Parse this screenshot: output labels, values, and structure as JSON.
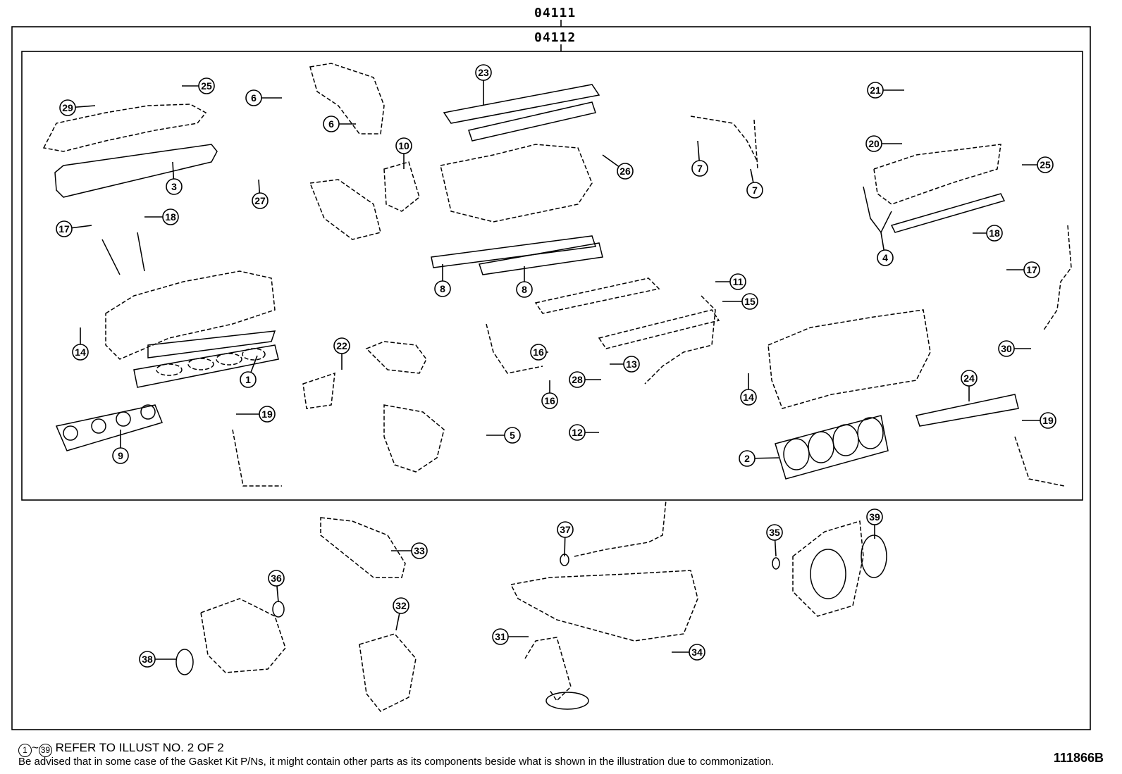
{
  "kit_outer": "04111",
  "kit_inner": "04112",
  "callouts": [
    "1",
    "2",
    "3",
    "4",
    "5",
    "6",
    "6",
    "7",
    "7",
    "8",
    "8",
    "9",
    "10",
    "11",
    "12",
    "13",
    "14",
    "14",
    "15",
    "16",
    "16",
    "17",
    "17",
    "18",
    "18",
    "19",
    "19",
    "20",
    "21",
    "22",
    "23",
    "24",
    "25",
    "25",
    "26",
    "27",
    "28",
    "29",
    "30",
    "31",
    "32",
    "33",
    "34",
    "35",
    "36",
    "37",
    "38",
    "39"
  ],
  "footer": {
    "ref_start": "1",
    "ref_end": "39",
    "ref_sep": "~",
    "ref_text": "REFER TO ILLUST NO. 2 OF 2",
    "note": "Be advised that in some case of the Gasket Kit P/Ns,  it might contain other parts as its components beside what is shown in the illustration due to commonization.",
    "drawing_no": "111866B"
  }
}
